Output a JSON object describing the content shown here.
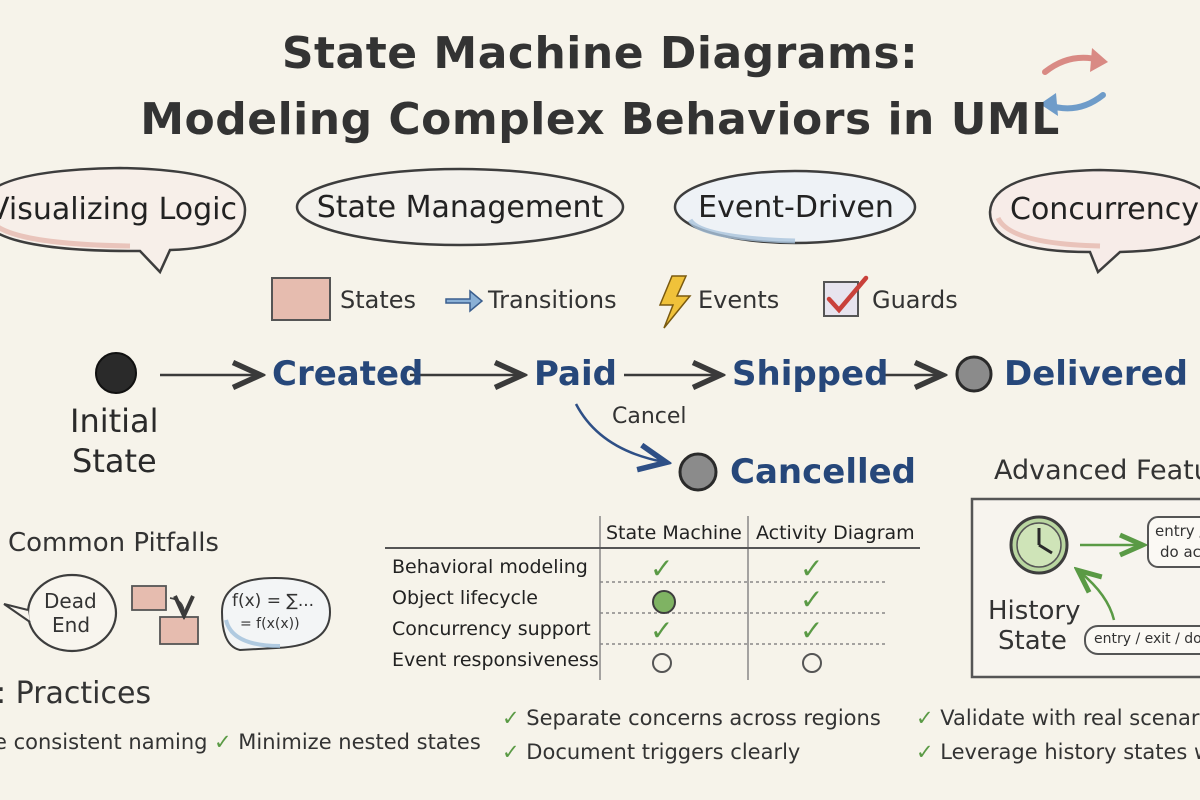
{
  "title": {
    "line1": "State Machine Diagrams:",
    "line2": "Modeling Complex Behaviors in UML"
  },
  "themes": [
    {
      "label": "Visualizing Logic",
      "color": "#e9c3b9"
    },
    {
      "label": "State Management",
      "color": "#cfcfcf"
    },
    {
      "label": "Event-Driven",
      "color": "#b9cfe3"
    },
    {
      "label": "Concurrency",
      "color": "#e9c3b9"
    }
  ],
  "legend": {
    "states": "States",
    "transitions": "Transitions",
    "events": "Events",
    "guards": "Guards"
  },
  "flow": {
    "initial": [
      "Initial",
      "State"
    ],
    "created": "Created",
    "paid": "Paid",
    "shipped": "Shipped",
    "delivered": "Delivered",
    "cancel_event": "Cancel",
    "cancelled": "Cancelled"
  },
  "pitfalls": {
    "heading": "Common Pitfalls",
    "dead_end": [
      "Dead",
      "End"
    ],
    "formula": [
      "f(x) = ∑...",
      "= f(x(x))"
    ]
  },
  "comparison": {
    "headers": [
      "State Machine",
      "Activity Diagram"
    ],
    "rows": [
      {
        "label": "Behavioral modeling",
        "state_machine": "check",
        "activity": "check"
      },
      {
        "label": "Object lifecycle",
        "state_machine": "filled",
        "activity": "check"
      },
      {
        "label": "Concurrency support",
        "state_machine": "check",
        "activity": "check"
      },
      {
        "label": "Event responsiveness",
        "state_machine": "empty",
        "activity": "empty"
      }
    ]
  },
  "advanced": {
    "heading": "Advanced Featu",
    "history": [
      "History",
      "State"
    ],
    "box1": [
      "entry /",
      "do ac"
    ],
    "box2": "entry / exit / do"
  },
  "practices": {
    "heading": ": Practices",
    "items": [
      "e consistent naming",
      "Minimize nested states",
      "Separate concerns across regions",
      "Document triggers clearly",
      "Validate with real scenaric",
      "Leverage history states wi"
    ]
  },
  "check_glyph": "✓"
}
